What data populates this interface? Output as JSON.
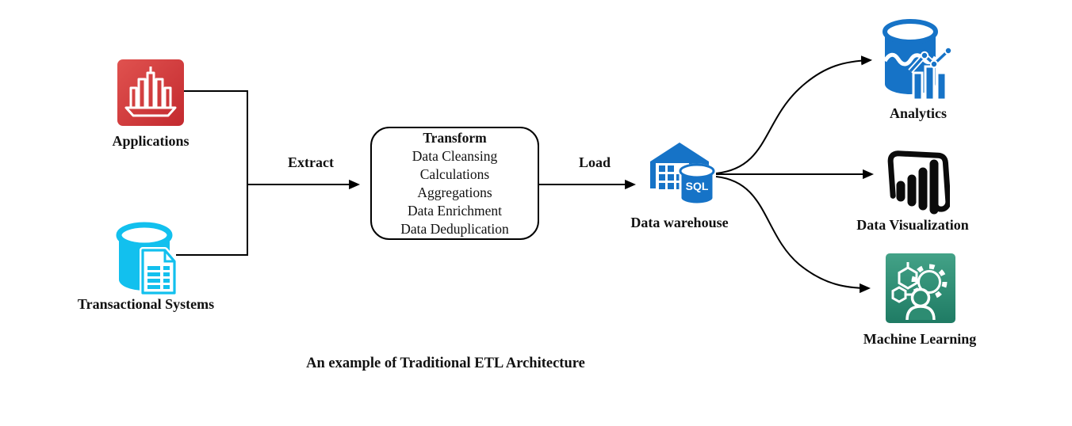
{
  "diagram": {
    "caption": "An example of Traditional ETL Architecture",
    "nodes": {
      "applications": {
        "label": "Applications"
      },
      "transactional": {
        "label": "Transactional Systems"
      },
      "transform": {
        "title": "Transform",
        "items": [
          "Data Cleansing",
          "Calculations",
          "Aggregations",
          "Data Enrichment",
          "Data Deduplication"
        ]
      },
      "warehouse": {
        "label": "Data warehouse",
        "badge": "SQL"
      },
      "analytics": {
        "label": "Analytics"
      },
      "dataviz": {
        "label": "Data Visualization"
      },
      "ml": {
        "label": "Machine Learning"
      }
    },
    "edges": {
      "extract": "Extract",
      "load": "Load"
    },
    "colors": {
      "red": "#D4393D",
      "cyan": "#12C0EE",
      "blue": "#1673C7",
      "green": "#2E8F75",
      "line": "#000000"
    }
  }
}
